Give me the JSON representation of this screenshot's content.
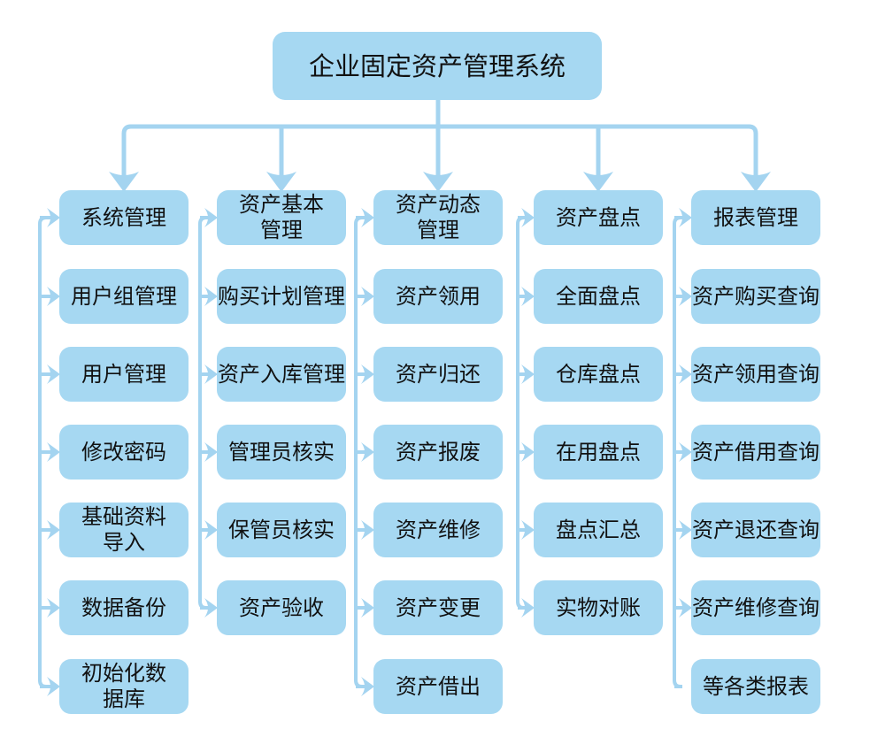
{
  "diagram": {
    "title": "企业固定资产管理系统",
    "colors": {
      "node_fill": "#A6D8F2",
      "connector_color": "#A4D4F0",
      "text_color": "#111111",
      "background": "#FFFFFF"
    },
    "columns": [
      {
        "header": "系统管理",
        "children": [
          "用户组管理",
          "用户管理",
          "修改密码",
          "基础资料\n导入",
          "数据备份",
          "初始化数\n据库"
        ]
      },
      {
        "header": "资产基本\n管理",
        "children": [
          "购买计划管理",
          "资产入库管理",
          "管理员核实",
          "保管员核实",
          "资产验收"
        ]
      },
      {
        "header": "资产动态\n管理",
        "children": [
          "资产领用",
          "资产归还",
          "资产报废",
          "资产维修",
          "资产变更",
          "资产借出"
        ]
      },
      {
        "header": "资产盘点",
        "children": [
          "全面盘点",
          "仓库盘点",
          "在用盘点",
          "盘点汇总",
          "实物对账"
        ]
      },
      {
        "header": "报表管理",
        "children": [
          "资产购买查询",
          "资产领用查询",
          "资产借用查询",
          "资产退还查询",
          "资产维修查询",
          "等各类报表"
        ]
      }
    ]
  }
}
